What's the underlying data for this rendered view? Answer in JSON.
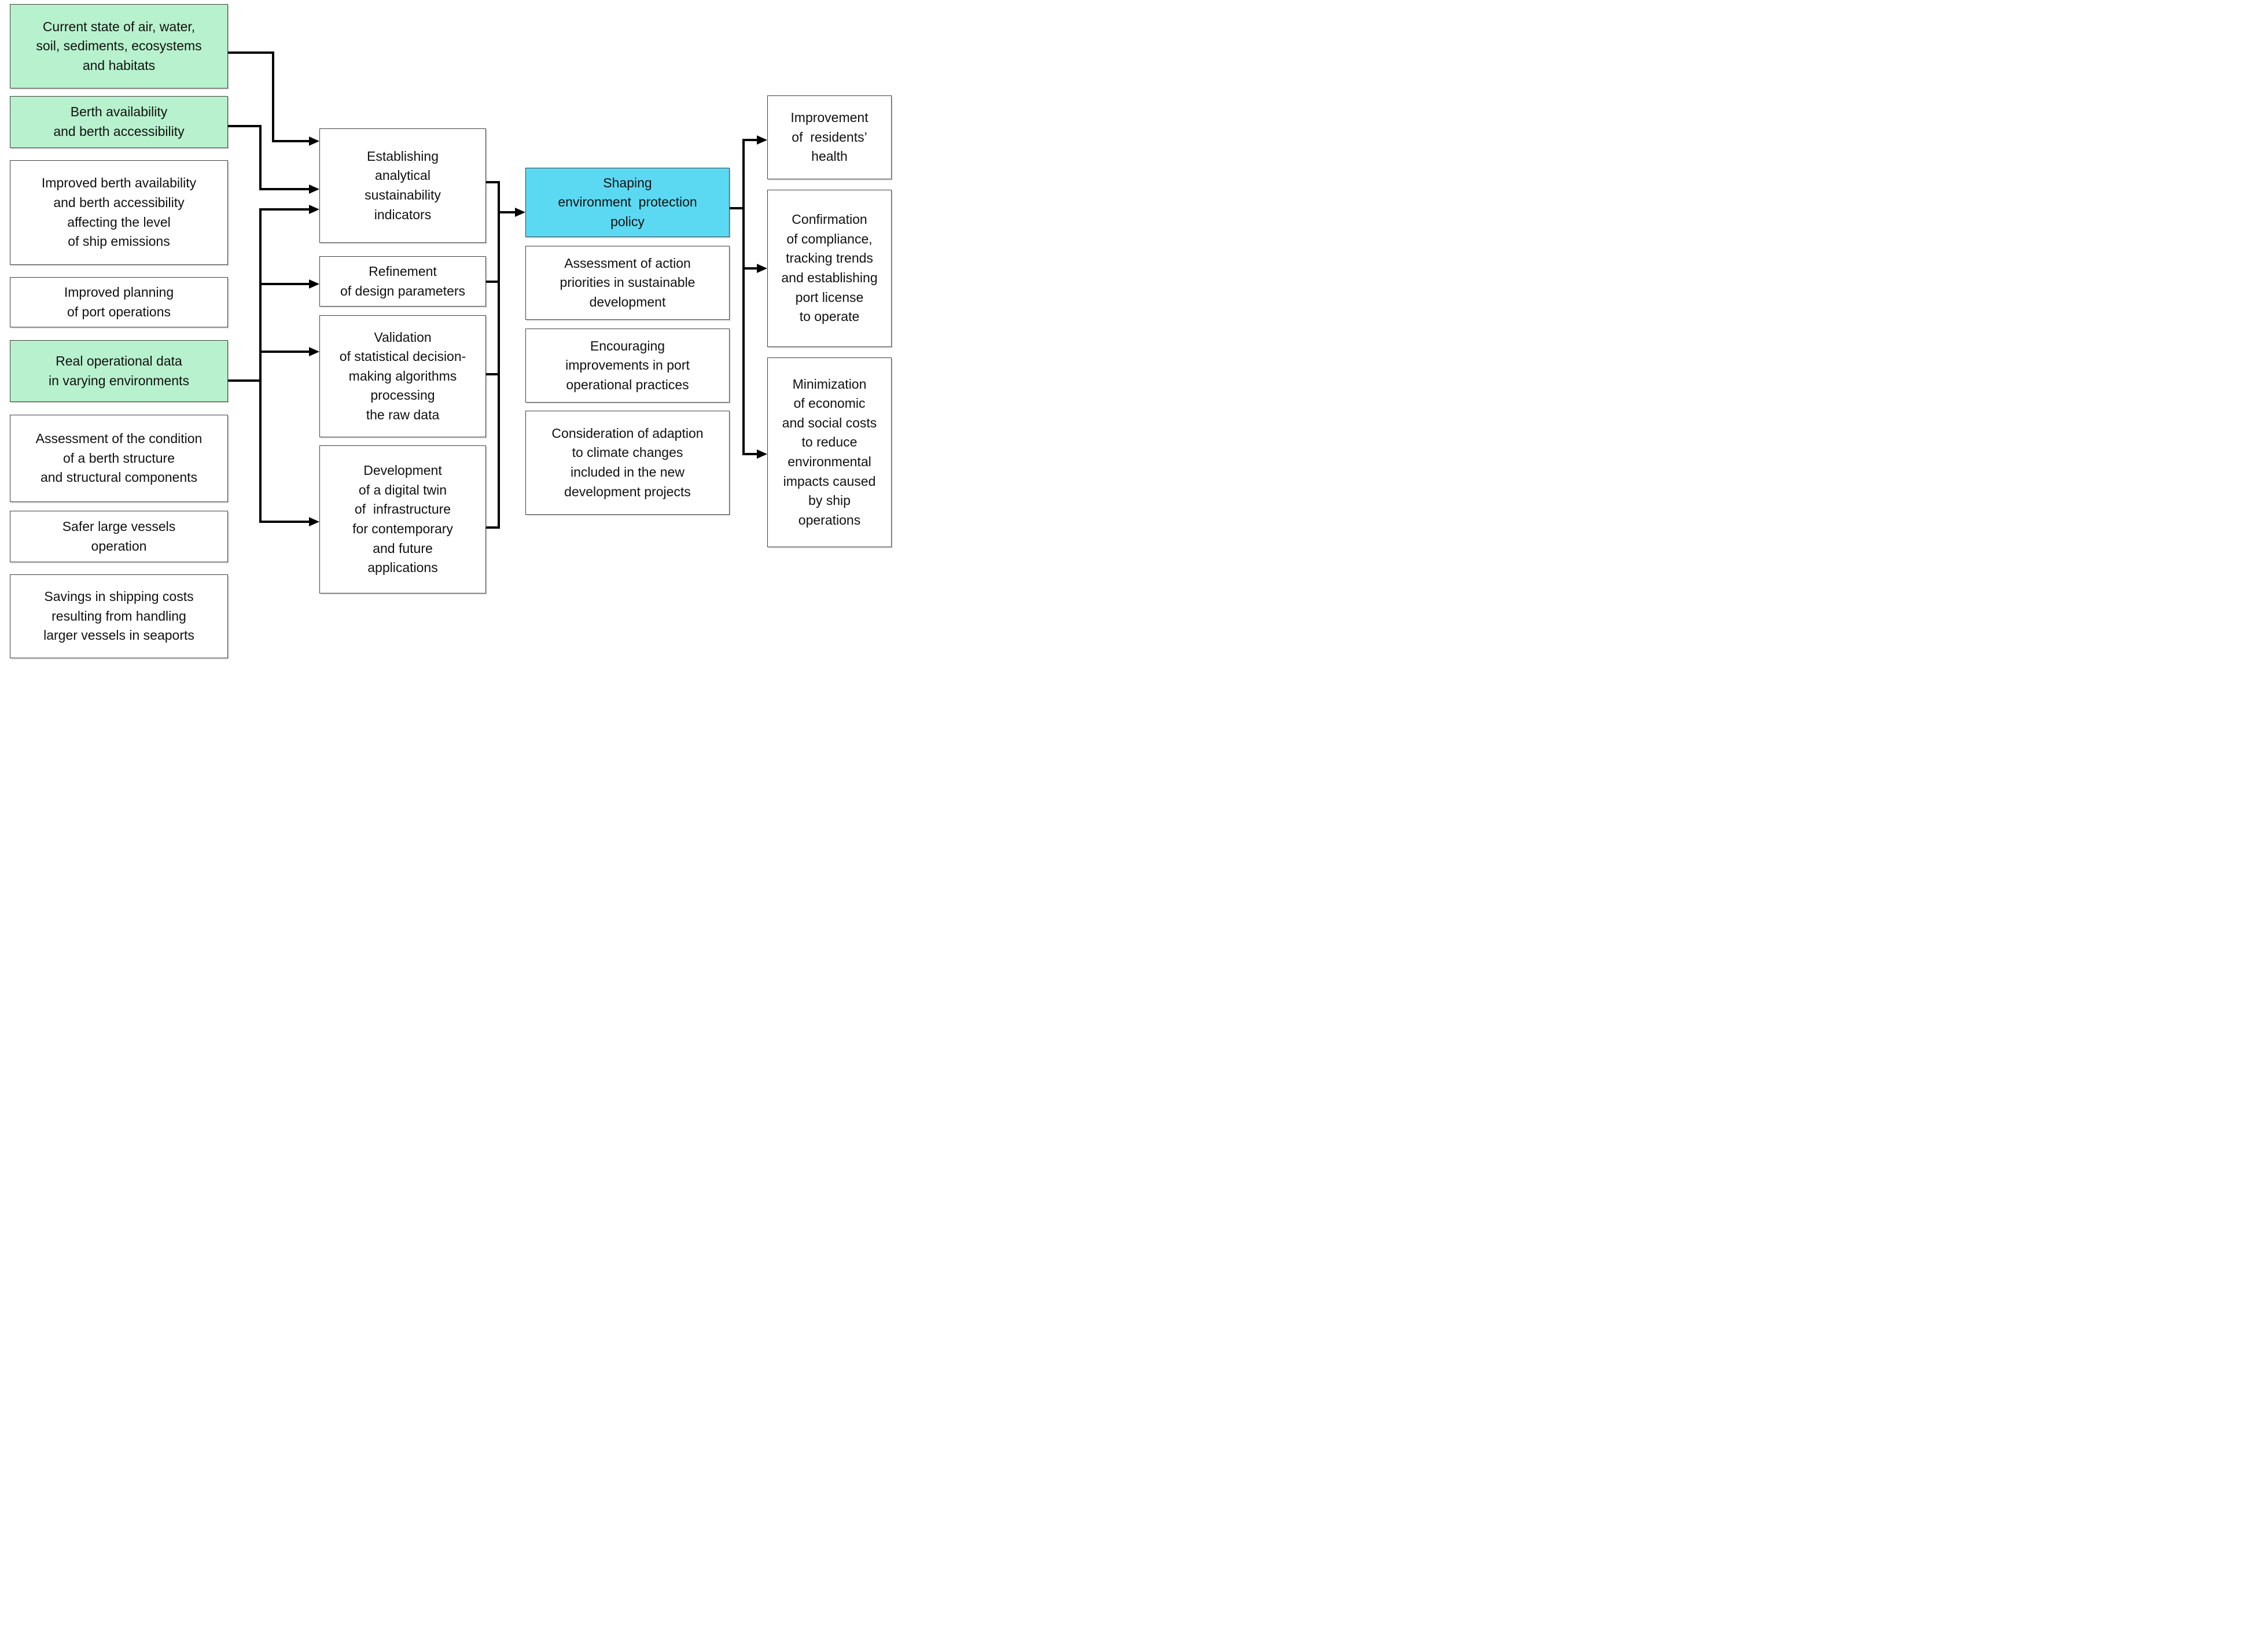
{
  "diagram": {
    "background": "#ffffff",
    "colors": {
      "input_box_fill": "#b7f1cd",
      "policy_box_fill": "#5cd9f2",
      "default_box_fill": "#ffffff",
      "box_border": "#3f3f3f",
      "connector": "#000000"
    },
    "left_column": [
      {
        "id": "current-state",
        "highlighted": true,
        "text": "Current state of air, water,\nsoil, sediments, ecosystems\nand habitats"
      },
      {
        "id": "berth-availability",
        "highlighted": true,
        "text": "Berth availability\nand berth accessibility"
      },
      {
        "id": "improved-berth",
        "highlighted": false,
        "text": "Improved berth availability\nand berth accessibility\naffecting the level\nof ship emissions"
      },
      {
        "id": "improved-planning",
        "highlighted": false,
        "text": "Improved planning\nof port operations"
      },
      {
        "id": "real-operational-data",
        "highlighted": true,
        "text": "Real operational data\nin varying environments"
      },
      {
        "id": "assessment-condition",
        "highlighted": false,
        "text": "Assessment of the condition\nof a berth structure\nand structural components"
      },
      {
        "id": "safer-vessels",
        "highlighted": false,
        "text": "Safer large vessels\noperation"
      },
      {
        "id": "savings-shipping",
        "highlighted": false,
        "text": "Savings in shipping costs\nresulting from handling\nlarger vessels in seaports"
      }
    ],
    "middle_column": [
      {
        "id": "establishing-indicators",
        "text": "Establishing\nanalytical\nsustainability\nindicators"
      },
      {
        "id": "refinement-parameters",
        "text": "Refinement\nof design parameters"
      },
      {
        "id": "validation-algorithms",
        "text": "Validation\nof statistical decision-\nmaking algorithms\nprocessing\nthe raw data"
      },
      {
        "id": "development-digital-twin",
        "text": "Development\nof a digital twin\nof  infrastructure\nfor contemporary\nand future\napplications"
      }
    ],
    "policy_column": [
      {
        "id": "shaping-policy",
        "highlighted": true,
        "text": "Shaping\nenvironment  protection\npolicy"
      },
      {
        "id": "assessment-priorities",
        "highlighted": false,
        "text": "Assessment of action\npriorities in sustainable\ndevelopment"
      },
      {
        "id": "encouraging-improvements",
        "highlighted": false,
        "text": "Encouraging\nimprovements in port\noperational practices"
      },
      {
        "id": "consideration-adaption",
        "highlighted": false,
        "text": "Consideration of adaption\nto climate changes\nincluded in the new\ndevelopment projects"
      }
    ],
    "right_column": [
      {
        "id": "improvement-health",
        "text": "Improvement\nof  residents’\nhealth"
      },
      {
        "id": "confirmation-compliance",
        "text": "Confirmation\nof compliance,\ntracking trends\nand establishing\nport license\nto operate"
      },
      {
        "id": "minimization-costs",
        "text": "Minimization\nof economic\nand social costs\nto reduce\nenvironmental\nimpacts caused\nby ship\noperations"
      }
    ]
  }
}
